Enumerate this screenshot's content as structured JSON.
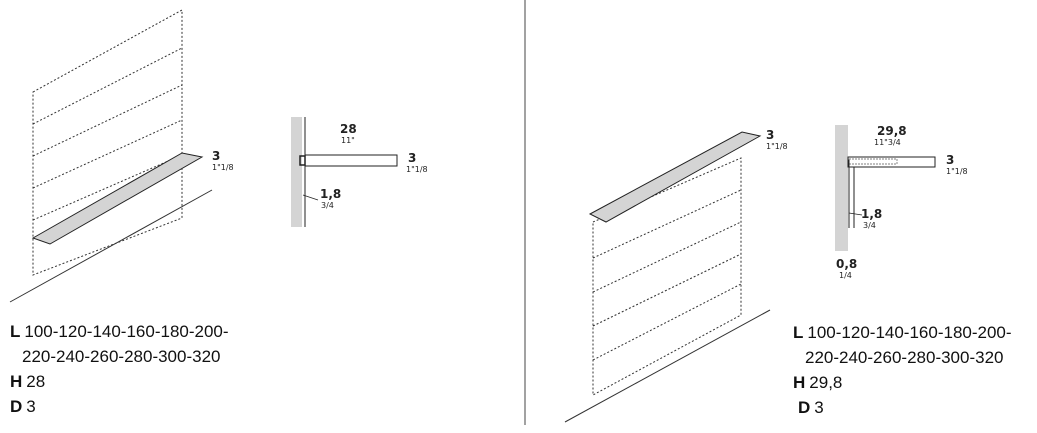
{
  "left": {
    "plan": {
      "thickness": "3",
      "thickness_in": "1\"1/8"
    },
    "section": {
      "depth": "28",
      "depth_in": "11\"",
      "thickness": "3",
      "thickness_in": "1\"1/8",
      "bracket": "1,8",
      "bracket_in": "3/4"
    },
    "specs": {
      "l_label": "L",
      "l_line1": "100-120-140-160-180-200-",
      "l_line2": "220-240-260-280-300-320",
      "h_label": "H",
      "h_value": "28",
      "d_label": "D",
      "d_value": "3"
    }
  },
  "right": {
    "plan": {
      "thickness": "3",
      "thickness_in": "1\"1/8"
    },
    "section": {
      "depth": "29,8",
      "depth_in": "11\"3/4",
      "thickness": "3",
      "thickness_in": "1\"1/8",
      "bracket": "1,8",
      "bracket_in": "3/4",
      "gap": "0,8",
      "gap_in": "1/4"
    },
    "specs": {
      "l_label": "L",
      "l_line1": "100-120-140-160-180-200-",
      "l_line2": "220-240-260-280-300-320",
      "h_label": "H",
      "h_value": "29,8",
      "d_label": "D",
      "d_value": "3"
    }
  },
  "colors": {
    "panel": "#d4d4d4",
    "line": "#222222"
  }
}
